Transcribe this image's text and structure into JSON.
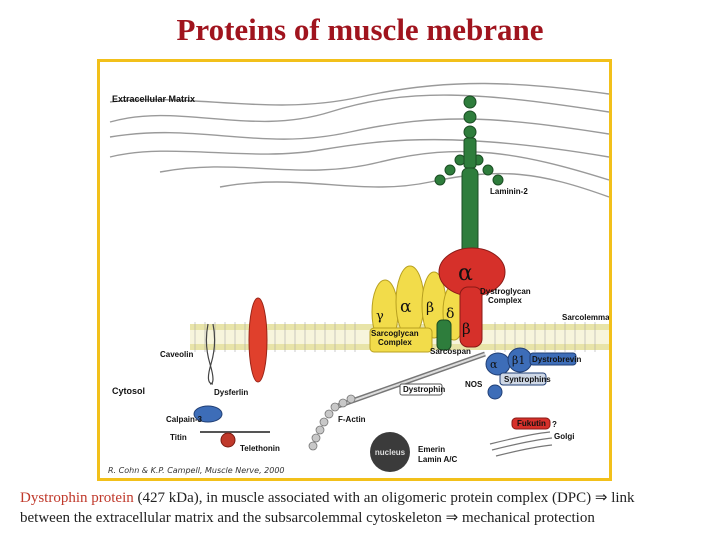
{
  "title": "Proteins of muscle mebrane",
  "diagram": {
    "labels": {
      "extracellular_matrix": "Extracellular Matrix",
      "laminin": "Laminin-2",
      "alpha": "α",
      "beta": "β",
      "gamma": "γ",
      "delta": "δ",
      "dystroglycan_line1": "Dystroglycan",
      "dystroglycan_line2": "Complex",
      "sarcoglycan_line1": "Sarcoglycan",
      "sarcoglycan_line2": "Complex",
      "sarcolemma": "Sarcolemma",
      "sarcospan": "Sarcospan",
      "caveolin": "Caveolin",
      "cytosol": "Cytosol",
      "dysferlin": "Dysferlin",
      "dystrobrevin": "Dystrobrevin",
      "alpha_small": "α",
      "beta1": "β1",
      "nos": "NOS",
      "syntrophins": "Syntrophins",
      "dystrophin": "Dystrophin",
      "f_actin": "F-Actin",
      "calpain": "Calpain-3",
      "titin": "Titin",
      "telethonin": "Telethonin",
      "fukutin": "Fukutin",
      "question": "?",
      "golgi": "Golgi",
      "nucleus": "nucleus",
      "emerin": "Emerin",
      "lamin": "Lamin A/C",
      "citation": "R. Cohn & K.P. Campell, Muscle Nerve, 2000"
    }
  },
  "caption": {
    "red_part": "Dystrophin protein",
    "rest_line1": " (427 kDa), in muscle associated with an oligomeric protein complex (DPC) ⇒ link",
    "line2": "between the extracellular matrix and the subsarcolemmal cytoskeleton ⇒ mechanical protection"
  }
}
